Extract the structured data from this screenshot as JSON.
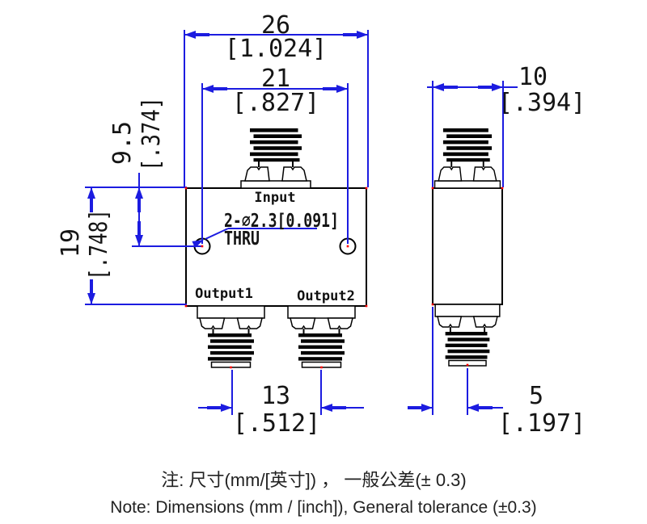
{
  "drawing": {
    "labels": {
      "input": "Input",
      "output1": "Output1",
      "output2": "Output2"
    },
    "hole_callout": {
      "quantity_diameter": "2-⌀2.3[0.091]",
      "thru": "THRU"
    },
    "dimensions": {
      "overall_width": {
        "mm": "26",
        "inch": "[1.024]"
      },
      "input_hole_span": {
        "mm": "21",
        "inch": "[.827]"
      },
      "hole_vertical_offset": {
        "mm": "9.5",
        "inch": "[.374]"
      },
      "body_height": {
        "mm": "19",
        "inch": "[.748]"
      },
      "output_span": {
        "mm": "13",
        "inch": "[.512]"
      },
      "side_width": {
        "mm": "10",
        "inch": "[.394]"
      },
      "side_connector_offset": {
        "mm": "5",
        "inch": "[.197]"
      }
    },
    "notes": {
      "chinese": "注: 尺寸(mm/[英寸]) ， 一般公差(± 0.3)",
      "english": "Note: Dimensions (mm / [inch]), General tolerance (±0.3)"
    },
    "colors": {
      "dimension_blue": "#1c1ce0",
      "drawing_black": "#000000",
      "vertex_red": "#ff0000",
      "background": "#ffffff"
    }
  }
}
